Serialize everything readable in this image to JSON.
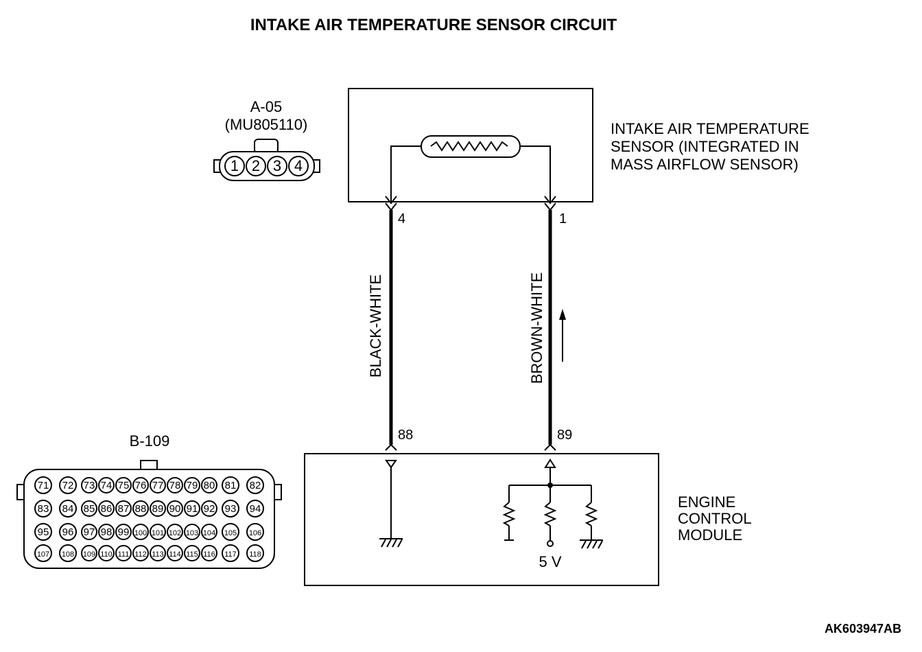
{
  "title": "INTAKE AIR TEMPERATURE SENSOR CIRCUIT",
  "sensor": {
    "connector_id": "A-05",
    "connector_part": "(MU805110)",
    "connector_pins": [
      "1",
      "2",
      "3",
      "4"
    ],
    "name_lines": [
      "INTAKE AIR TEMPERATURE",
      "SENSOR (INTEGRATED IN",
      "MASS AIRFLOW SENSOR)"
    ],
    "pin_left": "4",
    "pin_right": "1"
  },
  "wires": {
    "left": "BLACK-WHITE",
    "right": "BROWN-WHITE"
  },
  "ecm": {
    "connector_id": "B-109",
    "pin_left": "88",
    "pin_right": "89",
    "name_lines": [
      "ENGINE",
      "CONTROL",
      "MODULE"
    ],
    "voltage": "5 V",
    "connector_rows": [
      [
        "71",
        "72",
        "73",
        "74",
        "75",
        "76",
        "77",
        "78",
        "79",
        "80",
        "81",
        "82"
      ],
      [
        "83",
        "84",
        "85",
        "86",
        "87",
        "88",
        "89",
        "90",
        "91",
        "92",
        "93",
        "94"
      ],
      [
        "95",
        "96",
        "97",
        "98",
        "99",
        "100",
        "101",
        "102",
        "103",
        "104",
        "105",
        "106"
      ],
      [
        "107",
        "108",
        "109",
        "110",
        "111",
        "112",
        "113",
        "114",
        "115",
        "116",
        "117",
        "118"
      ]
    ]
  },
  "doc_code": "AK603947AB"
}
